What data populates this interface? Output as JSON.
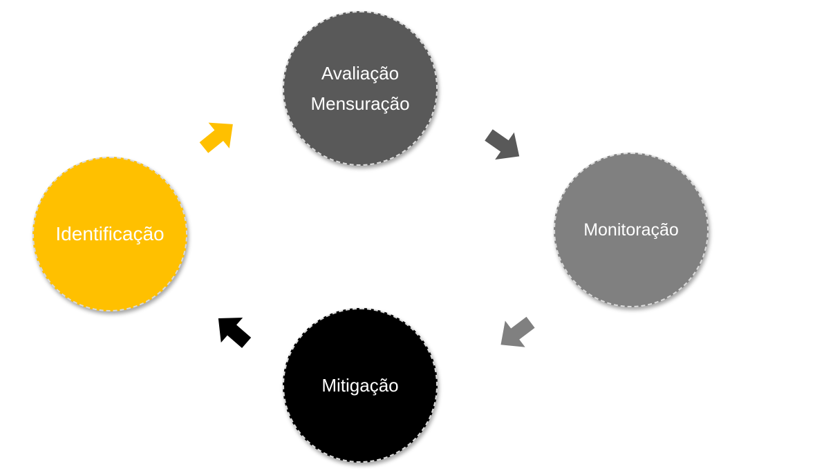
{
  "diagram": {
    "nodes": [
      {
        "id": "identificacao",
        "lines": [
          "Identificação"
        ],
        "color": "#ffc000"
      },
      {
        "id": "avaliacao",
        "lines": [
          "Avaliação",
          "Mensuração"
        ],
        "color": "#595959"
      },
      {
        "id": "monitoracao",
        "lines": [
          "Monitoração"
        ],
        "color": "#808080"
      },
      {
        "id": "mitigacao",
        "lines": [
          "Mitigação"
        ],
        "color": "#000000"
      }
    ],
    "arrows": [
      {
        "from": "identificacao",
        "to": "avaliacao",
        "color": "#ffc000"
      },
      {
        "from": "avaliacao",
        "to": "monitoracao",
        "color": "#595959"
      },
      {
        "from": "monitoracao",
        "to": "mitigacao",
        "color": "#808080"
      },
      {
        "from": "mitigacao",
        "to": "identificacao",
        "color": "#000000"
      }
    ]
  }
}
